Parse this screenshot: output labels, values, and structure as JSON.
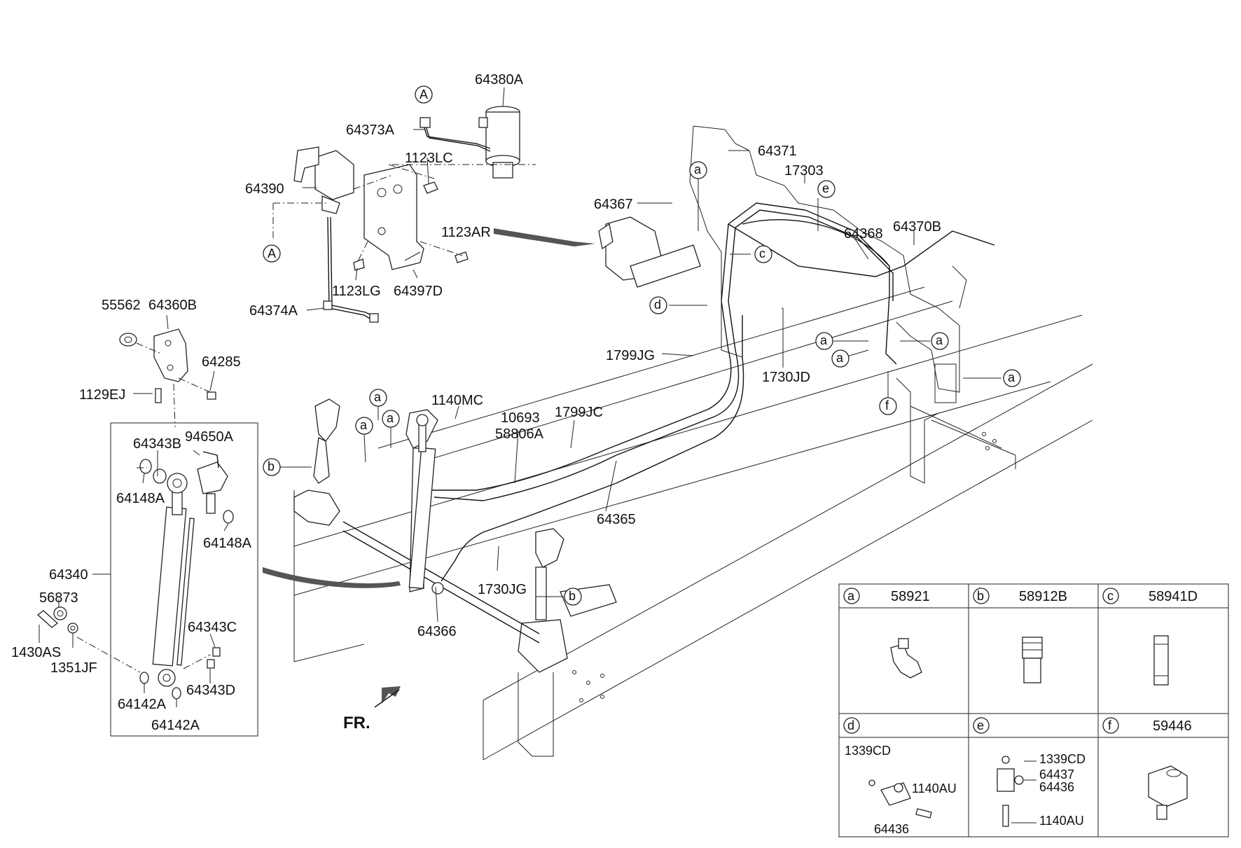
{
  "diagram": {
    "labels": {
      "p64380A": "64380A",
      "p64373A": "64373A",
      "p1123LC": "1123LC",
      "p64390": "64390",
      "p1123AR": "1123AR",
      "p1123LG": "1123LG",
      "p64397D": "64397D",
      "p64374A": "64374A",
      "p55562": "55562",
      "p64360B": "64360B",
      "p64285": "64285",
      "p1129EJ": "1129EJ",
      "p64343B": "64343B",
      "p94650A": "94650A",
      "p64148A_1": "64148A",
      "p64148A_2": "64148A",
      "p64340": "64340",
      "p56873": "56873",
      "p1430AS": "1430AS",
      "p1351JF": "1351JF",
      "p64343C": "64343C",
      "p64343D": "64343D",
      "p64142A_1": "64142A",
      "p64142A_2": "64142A",
      "p1140MC": "1140MC",
      "p10693": "10693",
      "p58806A": "58806A",
      "p1799JC": "1799JC",
      "p64365": "64365",
      "p1730JG": "1730JG",
      "p64366": "64366",
      "p64371": "64371",
      "p17303": "17303",
      "p64367": "64367",
      "p64368": "64368",
      "p64370B": "64370B",
      "p1799JG": "1799JG",
      "p1730JD": "1730JD",
      "fr": "FR."
    },
    "callouts": {
      "A": "A",
      "a": "a",
      "b": "b",
      "c": "c",
      "d": "d",
      "e": "e",
      "f": "f"
    },
    "legend": {
      "a_code": "58921",
      "b_code": "58912B",
      "c_code": "58941D",
      "d_codes": [
        "1339CD",
        "1140AU",
        "64436"
      ],
      "e_codes": [
        "1339CD",
        "64437",
        "64436",
        "1140AU"
      ],
      "f_code": "59446"
    }
  }
}
